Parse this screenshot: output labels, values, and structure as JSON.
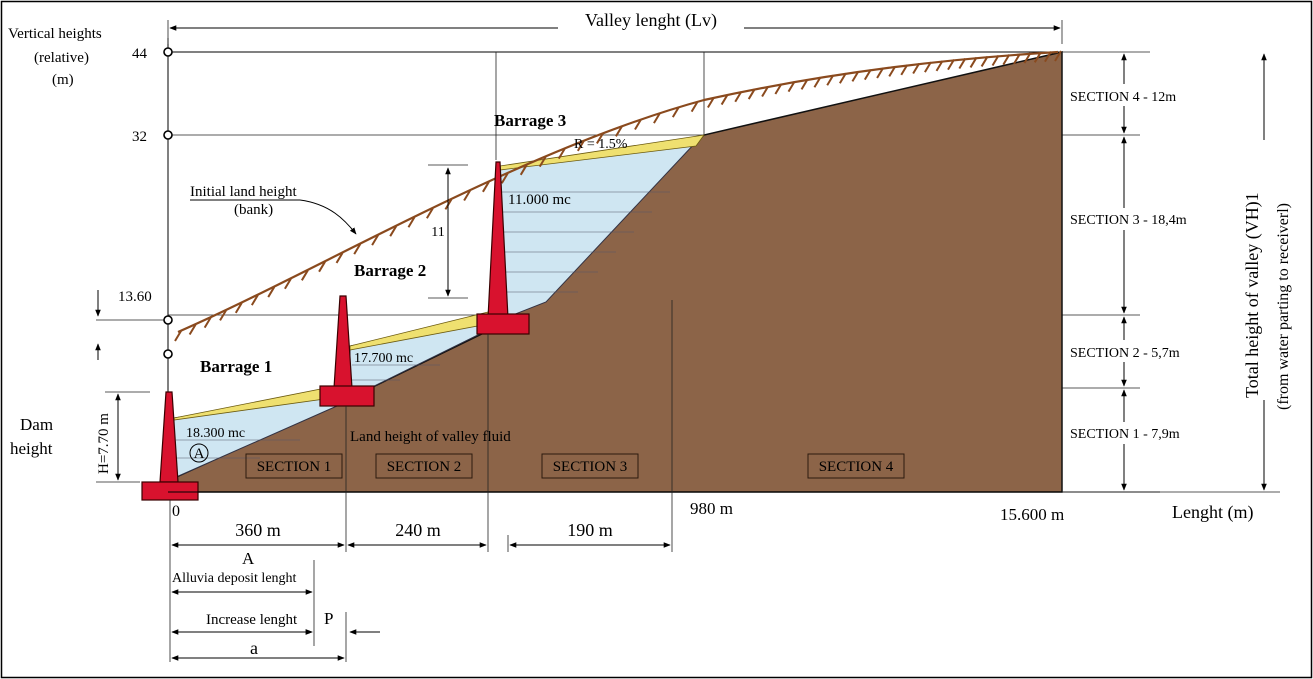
{
  "title": "Valley lenght (Lv)",
  "y_axis": {
    "label_lines": [
      "Vertical heights",
      "(relative)",
      "(m)"
    ],
    "ticks": [
      "44",
      "32",
      "13.60"
    ]
  },
  "x_axis": {
    "label": "Lenght (m)",
    "ticks": [
      "0",
      "980 m",
      "15.600 m"
    ]
  },
  "right_axis": {
    "label_line1": "Total height of valley (VH)1",
    "label_line2": "(from water parting to receiverl)"
  },
  "sections_right": [
    "SECTION 4 - 12m",
    "SECTION 3 - 18,4m",
    "SECTION 2 - 5,7m",
    "SECTION 1 - 7,9m"
  ],
  "section_boxes": [
    "SECTION 1",
    "SECTION 2",
    "SECTION 3",
    "SECTION 4"
  ],
  "barrages": [
    "Barrage 1",
    "Barrage 2",
    "Barrage 3"
  ],
  "volumes": [
    "18.300 mc",
    "17.700 mc",
    "11.000 mc"
  ],
  "slope_label": "R = 1.5%",
  "barrage2_height": "11",
  "initial_land_label": [
    "Initial land height",
    "(bank)"
  ],
  "land_fluid_label": "Land height of valley fluid",
  "dam_height": {
    "label_lines": [
      "Dam",
      "height"
    ],
    "value": "H=7.70 m"
  },
  "circled_marker": "A",
  "distances": [
    "360 m",
    "240 m",
    "190 m"
  ],
  "deposit": {
    "letter": "A",
    "label": "Alluvia deposit lenght"
  },
  "increase": {
    "label": "Increase lenght",
    "p": "P",
    "a": "a"
  },
  "colors": {
    "ground": "#8c6448",
    "water": "#cfe6f2",
    "silt": "#efe070",
    "dam": "#d8122e",
    "hatch": "#8a4a1e"
  }
}
